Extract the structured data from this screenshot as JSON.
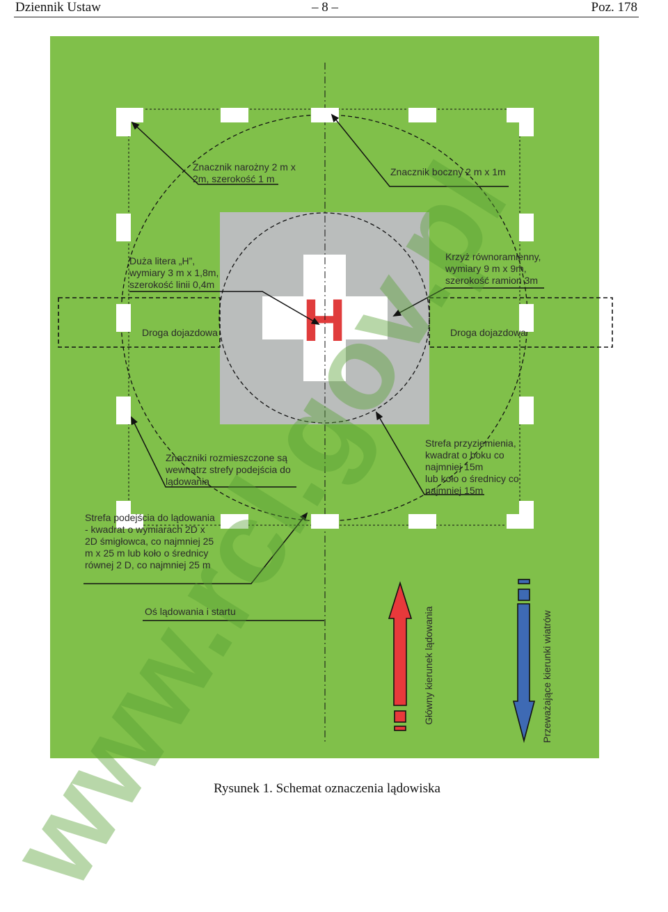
{
  "header": {
    "left": "Dziennik Ustaw",
    "center": "– 8 –",
    "right": "Poz. 178"
  },
  "diagram": {
    "labels": {
      "corner_marker": [
        "Znacznik narożny 2 m x",
        "2m, szerokość 1 m"
      ],
      "side_marker": [
        "Znacznik boczny 2 m x 1m"
      ],
      "letter_h": [
        "Duża litera „H”,",
        "wymiary 3 m x 1,8m,",
        "szerokość linii 0,4m"
      ],
      "cross": [
        "Krzyż równoramienny,",
        "wymiary 9 m x 9m,",
        "szerokość ramion 3m"
      ],
      "access_road_left": [
        "Droga dojazdowa"
      ],
      "access_road_right": [
        "Droga dojazdowa"
      ],
      "markers_inside": [
        "Znaczniki rozmieszczone są",
        "wewnątrz strefy podejścia do",
        "lądowania"
      ],
      "touchdown_zone": [
        "Strefa przyziemienia,",
        "kwadrat o boku co",
        "najmniej 15m",
        "lub koło o średnicy co",
        "najmniej 15m"
      ],
      "approach_zone": [
        "Strefa podejścia do lądowania",
        "- kwadrat o wymiarach 2D x",
        "2D śmigłowca, co najmniej 25",
        "m x 25 m lub koło o średnicy",
        "równej 2 D, co najmniej 25 m"
      ],
      "axis": [
        "Oś lądowania i startu"
      ],
      "main_landing_direction": "Główny kierunek lądowania",
      "prevailing_wind": "Przeważające kierunki wiatrów"
    },
    "helipad_letter": "H",
    "colors": {
      "grass": "#80c04a",
      "pad": "#babdbc",
      "marker": "#ffffff",
      "letter_h": "#e03c3c",
      "landing_arrow": "#e8393b",
      "wind_arrow": "#3e6ab4"
    },
    "watermark": "www.rcl.gov.pl"
  },
  "caption": "Rysunek 1. Schemat oznaczenia lądowiska"
}
